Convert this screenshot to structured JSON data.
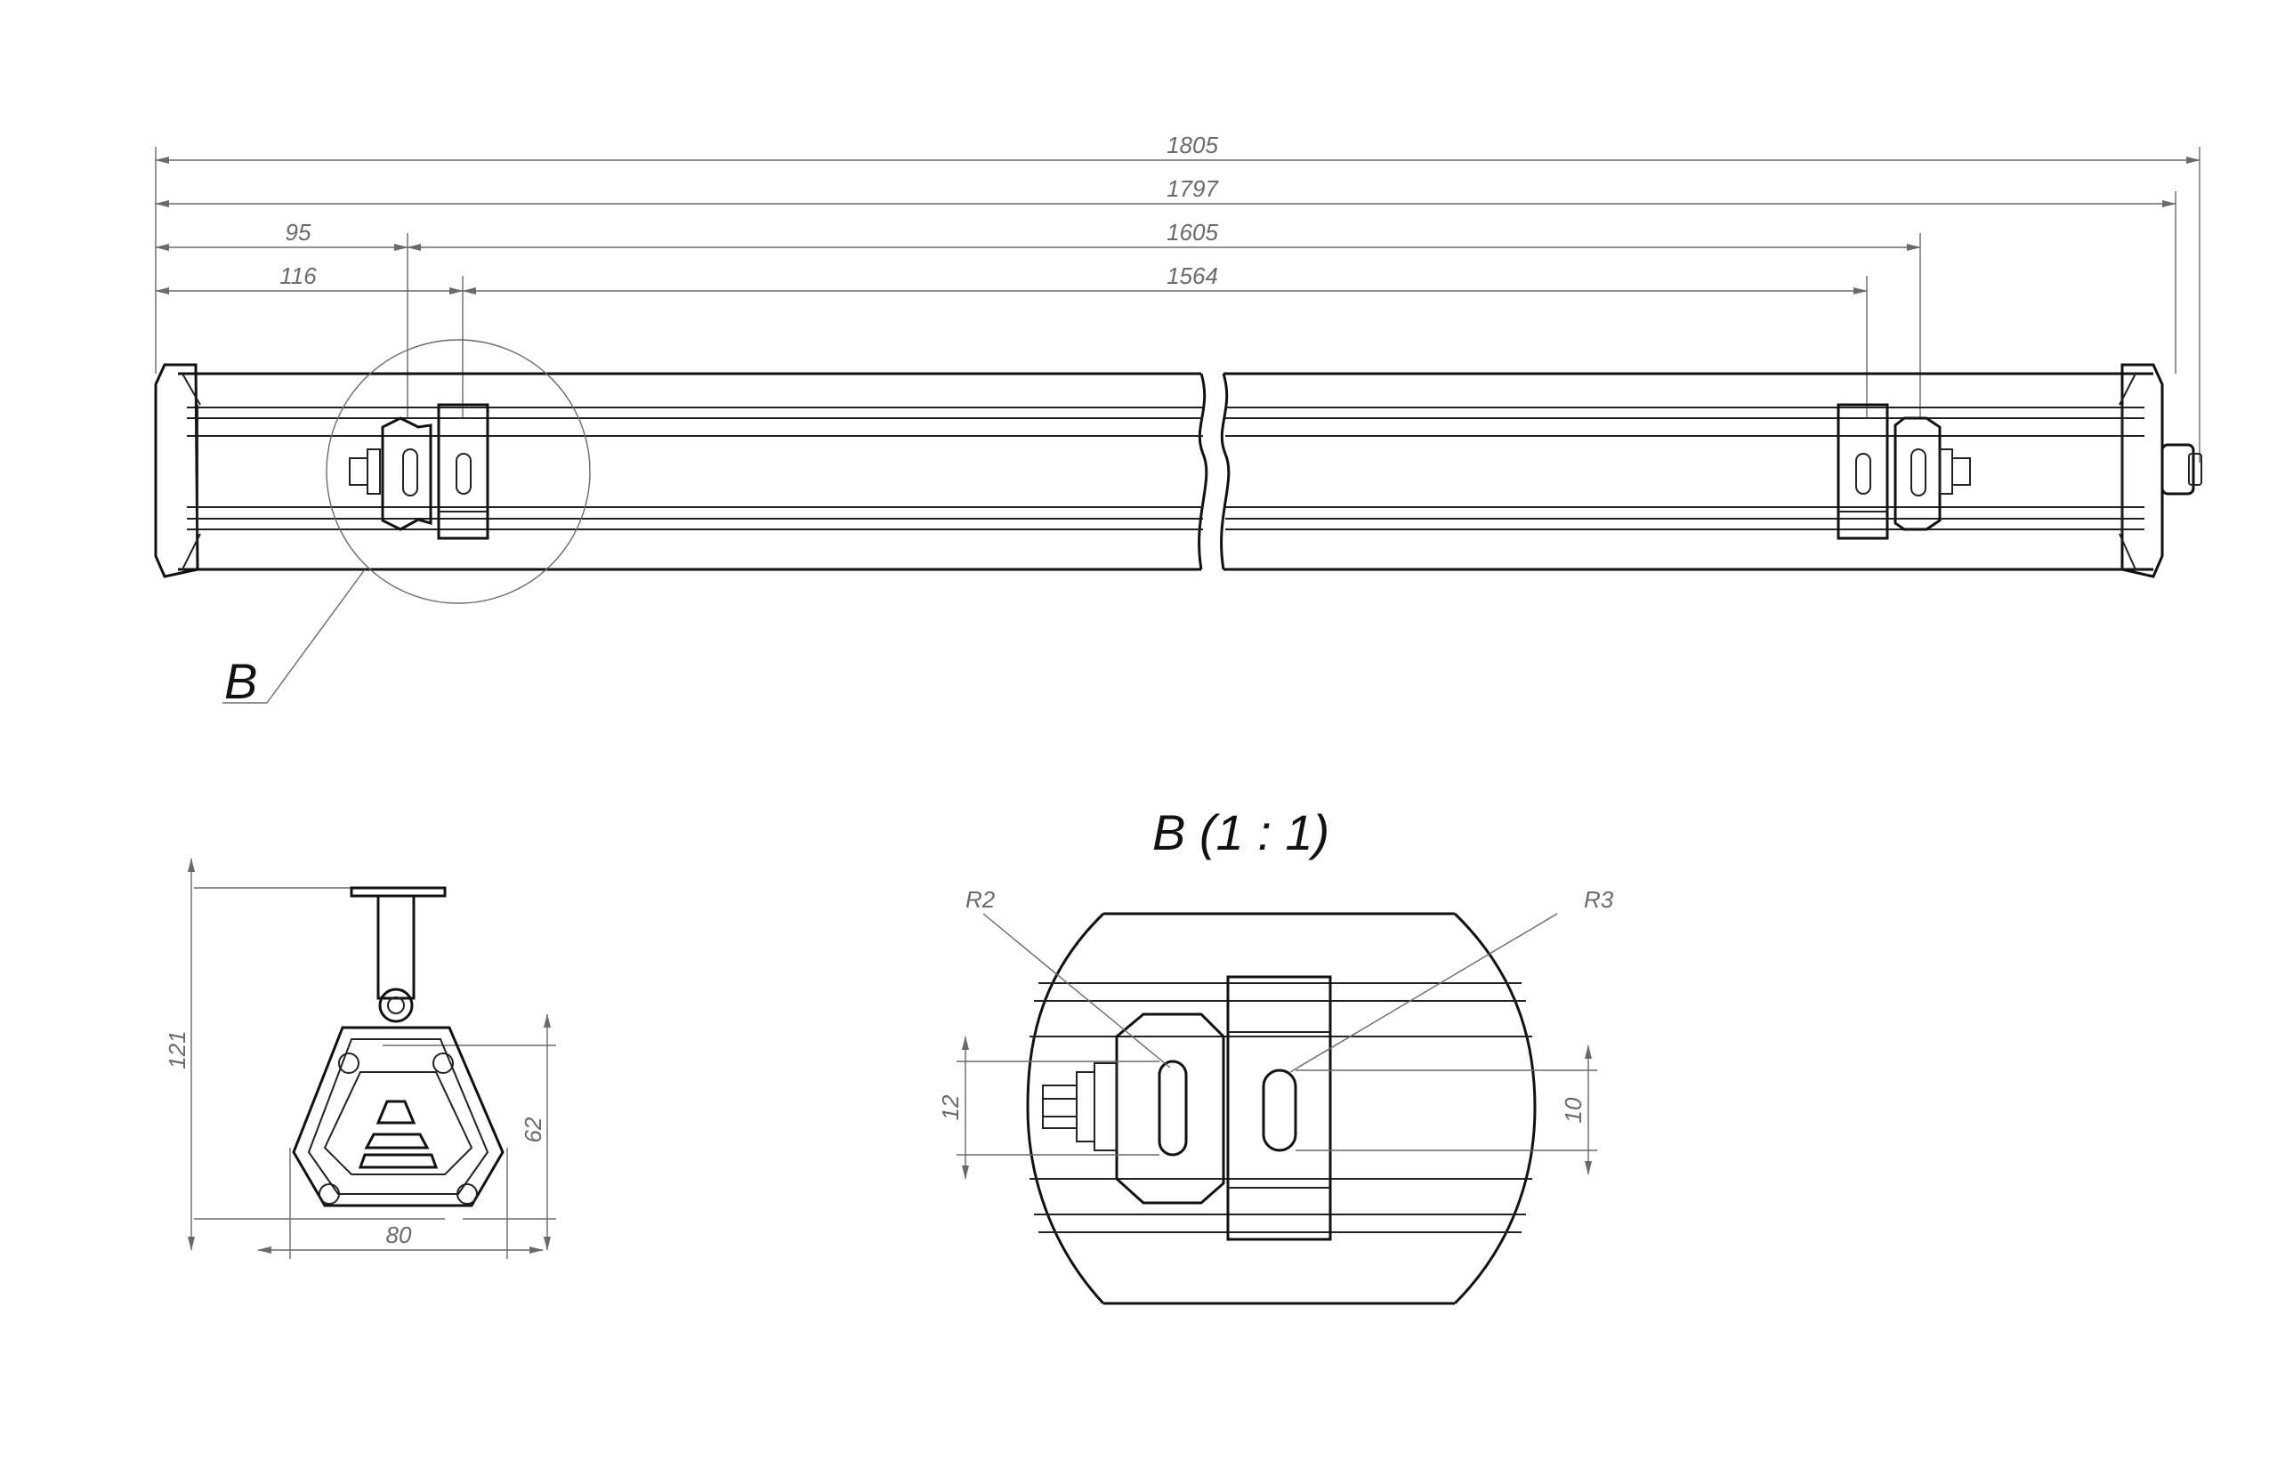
{
  "main_view": {
    "dimensions": {
      "overall_1805": "1805",
      "overall_1797": "1797",
      "left_95": "95",
      "span_1605": "1605",
      "left_116": "116",
      "span_1564": "1564"
    },
    "detail_callout": "B"
  },
  "end_view": {
    "dimensions": {
      "height_121": "121",
      "height_62": "62",
      "width_80": "80"
    }
  },
  "detail_view": {
    "title": "B (1 : 1)",
    "radius_left": "R2",
    "radius_right": "R3",
    "slot_12": "12",
    "slot_10": "10"
  },
  "colors": {
    "line": "#111111",
    "dimension": "#6a6a6a",
    "background": "#ffffff"
  }
}
